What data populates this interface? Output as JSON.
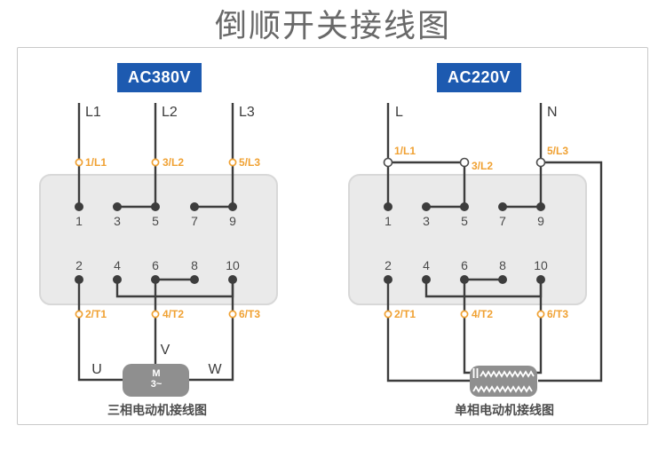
{
  "title": "倒顺开关接线图",
  "colors": {
    "accent_blue": "#1d5ab0",
    "accent_orange": "#f0a132",
    "wire": "#3d3d3d",
    "switch_body_fill": "#eaeaea",
    "switch_body_stroke": "#d8d8d8",
    "motor_gray": "#8f8f8f"
  },
  "left": {
    "badge": "AC380V",
    "inputs": [
      "L1",
      "L2",
      "L3"
    ],
    "top_terminals": [
      "1/L1",
      "3/L2",
      "5/L3"
    ],
    "contacts_top": [
      "1",
      "3",
      "5",
      "7",
      "9"
    ],
    "contacts_bottom": [
      "2",
      "4",
      "6",
      "8",
      "10"
    ],
    "bottom_terminals": [
      "2/T1",
      "4/T2",
      "6/T3"
    ],
    "motor": {
      "phase_u": "U",
      "phase_v": "V",
      "phase_w": "W",
      "symbol": "M",
      "type": "3~"
    },
    "caption": "三相电动机接线图"
  },
  "right": {
    "badge": "AC220V",
    "inputs": [
      "L",
      "N"
    ],
    "top_terminals": [
      "1/L1",
      "3/L2",
      "5/L3"
    ],
    "contacts_top": [
      "1",
      "3",
      "5",
      "7",
      "9"
    ],
    "contacts_bottom": [
      "2",
      "4",
      "6",
      "8",
      "10"
    ],
    "bottom_terminals": [
      "2/T1",
      "4/T2",
      "6/T3"
    ],
    "caption": "单相电动机接线图"
  }
}
